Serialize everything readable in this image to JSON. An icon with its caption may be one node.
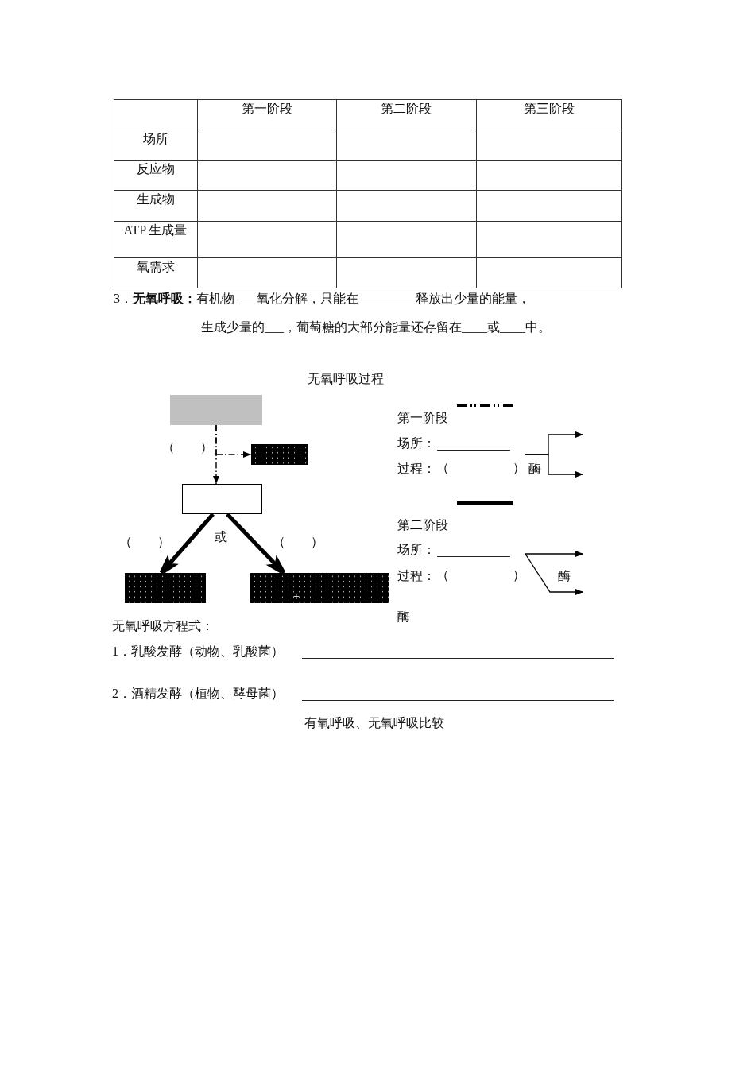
{
  "diagram": {
    "title": "无氧呼吸过程",
    "nodes": [
      {
        "text": [],
        "shape": "box"
      },
      {
        "text": [],
        "shape": "box"
      },
      {
        "text": [],
        "shape": "box"
      },
      {
        "text": [],
        "shape": "box"
      },
      {
        "text": [
          "+"
        ]
      },
      {
        "text": [
          "（　　　　　）"
        ]
      },
      {
        "text": [
          "（　　　　　）"
        ]
      }
    ],
    "edges": [
      {
        "from": 0,
        "to": 2,
        "arrow": "to",
        "style": "dashed",
        "label": "（　　）"
      },
      {
        "from": 0,
        "to": 1,
        "arrow": "to",
        "style": "dashed"
      },
      {
        "from": 2,
        "to": 3,
        "arrow": "to",
        "style": "thick",
        "label": "（　　）"
      },
      {
        "from": 2,
        "to": 4,
        "arrow": "to",
        "style": "thick",
        "label": "（　　）"
      },
      {
        "from": 5,
        "to": null,
        "arrow": "to",
        "label": "酶"
      },
      {
        "from": 5,
        "to": null,
        "arrow": "to"
      },
      {
        "from": 6,
        "to": null,
        "arrow": "to",
        "label": "酶"
      },
      {
        "from": 6,
        "to": null,
        "arrow": "to"
      }
    ],
    "labels": [
      "第一阶段",
      "第二阶段",
      "第三阶段",
      "场所",
      "反应物",
      "生成物",
      "ATP 生成量",
      "氧需求",
      "3．**无氧呼吸：**有机物 ___氧化分解，只能在_________释放出少量的能量，",
      "生成少量的___，葡萄糖的大部分能量还存留在____或____中。",
      "或",
      "场所：",
      "过程：",
      "场所：",
      "过程：",
      "酶",
      "无氧呼吸方程式：",
      "1．乳酸发酵（动物、乳酸菌）",
      "2．酒精发酵（植物、酵母菌）",
      "有氧呼吸、无氧呼吸比较"
    ],
    "legend": [
      {
        "text": "第一阶段"
      },
      {
        "text": "第二阶段"
      }
    ]
  }
}
